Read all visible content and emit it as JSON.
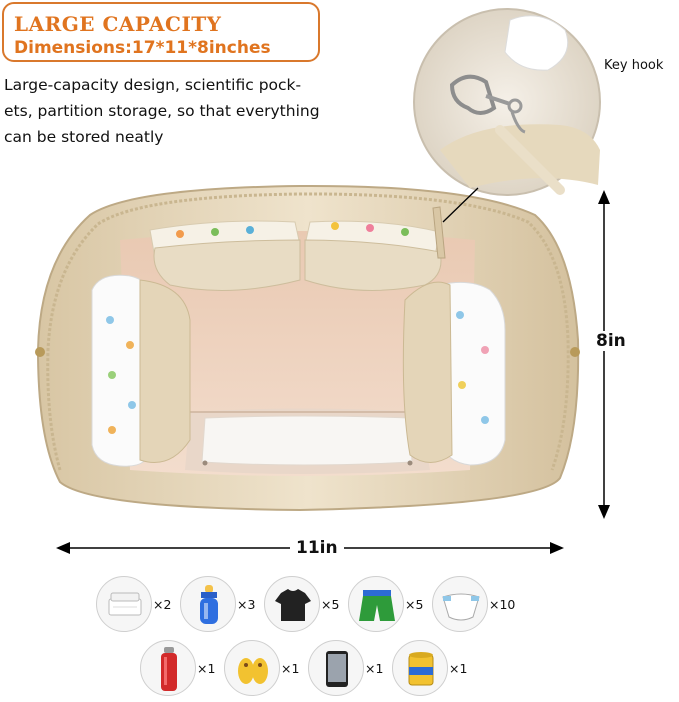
{
  "header": {
    "title": "LARGE CAPACITY",
    "dimensions": "Dimensions:17*11*8inches"
  },
  "description": [
    "Large-capacity design, scientific pock-",
    "ets, partition storage, so that everything",
    "can be stored neatly"
  ],
  "callout": {
    "label": "Key hook"
  },
  "measurements": {
    "height": "8in",
    "width": "11in"
  },
  "items": [
    {
      "icon": "wipes-icon",
      "count": "×2"
    },
    {
      "icon": "baby-bottle-icon",
      "count": "×3"
    },
    {
      "icon": "tshirt-icon",
      "count": "×5"
    },
    {
      "icon": "shorts-icon",
      "count": "×5"
    },
    {
      "icon": "diaper-icon",
      "count": "×10"
    },
    {
      "icon": "thermos-icon",
      "count": "×1"
    },
    {
      "icon": "baby-shoes-icon",
      "count": "×1"
    },
    {
      "icon": "tablet-icon",
      "count": "×1"
    },
    {
      "icon": "formula-can-icon",
      "count": "×1"
    }
  ],
  "colors": {
    "accent": "#e0741f",
    "bag": "#e8d9bd",
    "lining": "#f0d6c3"
  }
}
